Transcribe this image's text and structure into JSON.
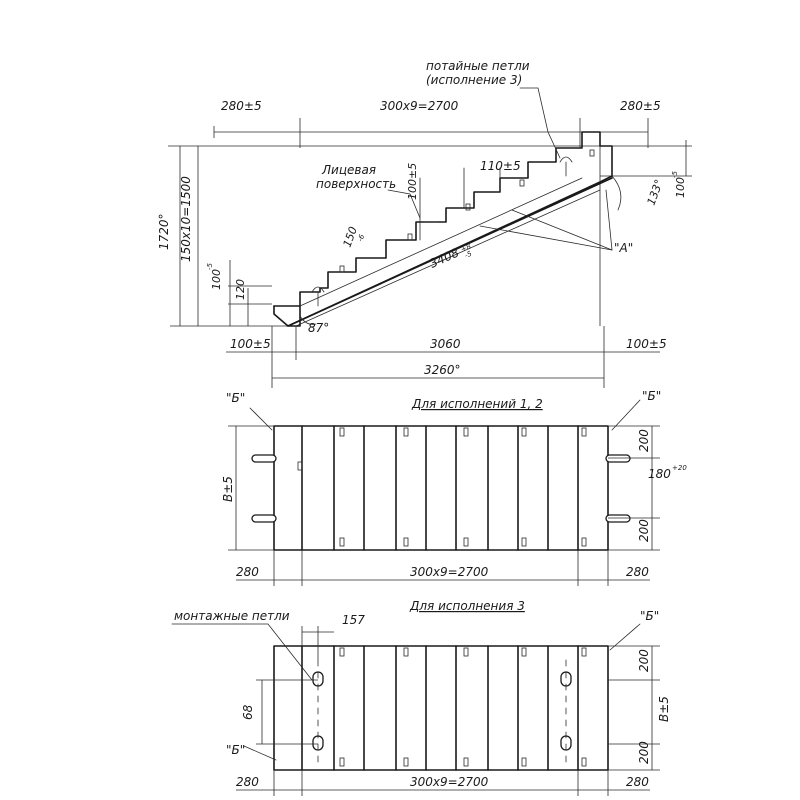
{
  "elevation": {
    "hidden_loops_label_1": "потайные петли",
    "hidden_loops_label_2": "(исполнение 3)",
    "dim_left_top": "280±5",
    "dim_tread_series": "300x9=2700",
    "dim_right_top": "280±5",
    "face_label_1": "Лицевая",
    "face_label_2": "поверхность",
    "dim_riser_100": "100±5",
    "dim_110": "110±5",
    "dim_right_100": "100",
    "dim_right_100_sup": "-5",
    "dim_133": "133°",
    "dim_150": "150",
    "dim_150_sup": "-6",
    "dim_3408": "3408",
    "dim_3408_sup_top": "+8",
    "dim_3408_sup_bot": "-5",
    "dim_1720": "1720°",
    "dim_riser_series": "150x10=1500",
    "dim_left_100": "100",
    "dim_left_100_sup": "-5",
    "dim_120": "120",
    "angle_87": "87°",
    "view_a": "\"А\"",
    "dim_bottom_left": "100±5",
    "dim_3060": "3060",
    "dim_bottom_right": "100±5",
    "dim_3260": "3260°"
  },
  "plan12": {
    "title": "Для исполнений 1, 2",
    "view_b_left": "\"Б\"",
    "view_b_right": "\"Б\"",
    "dim_width": "В±5",
    "dim_200_top": "200",
    "dim_180": "180",
    "dim_180_sup": "+20",
    "dim_200_bot": "200",
    "dim_left": "280",
    "dim_series": "300x9=2700",
    "dim_right": "280"
  },
  "plan3": {
    "title": "Для исполнения 3",
    "mount_loops_label": "монтажные петли",
    "dim_157": "157",
    "view_b_right": "\"Б\"",
    "dim_68": "68",
    "view_b_left": "\"Б\"",
    "dim_200_top": "200",
    "dim_width": "В±5",
    "dim_200_bot": "200",
    "dim_left": "280",
    "dim_series": "300x9=2700",
    "dim_right": "280"
  }
}
